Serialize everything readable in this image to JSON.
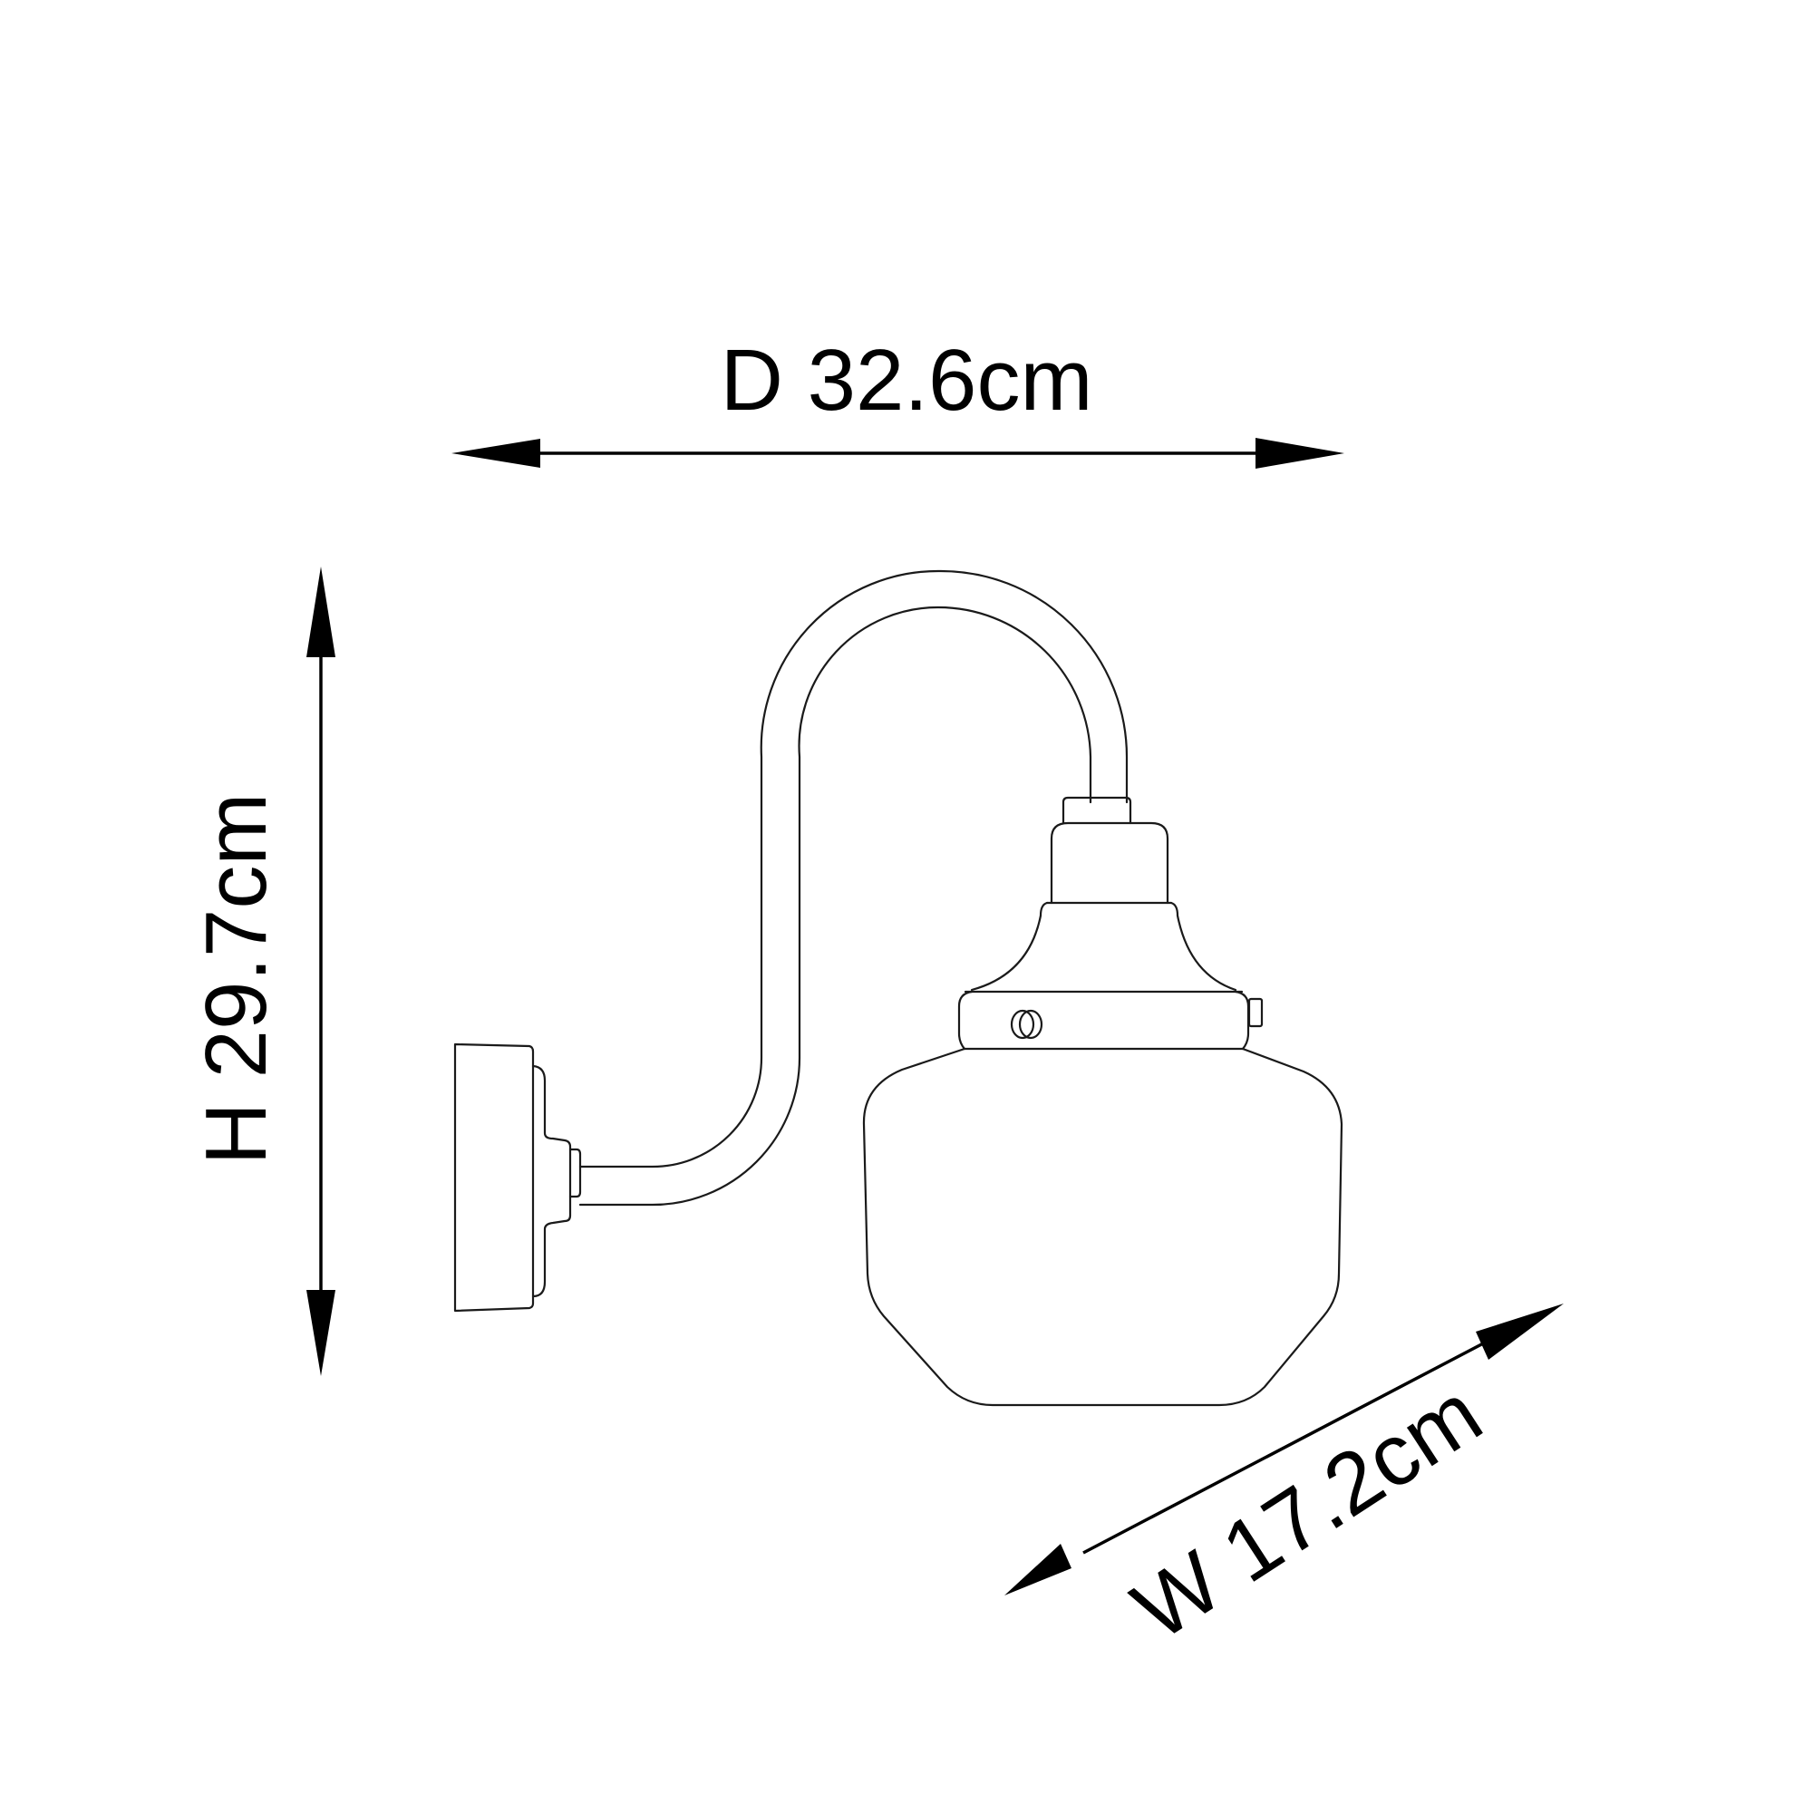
{
  "diagram": {
    "subject": "wall-light-line-drawing",
    "background": "#ffffff",
    "line_color": "#1a1a1a",
    "dimension_color": "#000000"
  },
  "dimensions": {
    "depth": {
      "label": "D 32.6cm",
      "axis": "horizontal"
    },
    "height": {
      "label": "H 29.7cm",
      "axis": "vertical"
    },
    "width": {
      "label": "W 17.2cm",
      "axis": "diagonal"
    }
  },
  "parts": [
    {
      "name": "wall-backplate"
    },
    {
      "name": "mounting-collar"
    },
    {
      "name": "swan-neck-arm"
    },
    {
      "name": "lamp-holder-cap"
    },
    {
      "name": "gallery-fitter"
    },
    {
      "name": "glass-shade"
    }
  ]
}
